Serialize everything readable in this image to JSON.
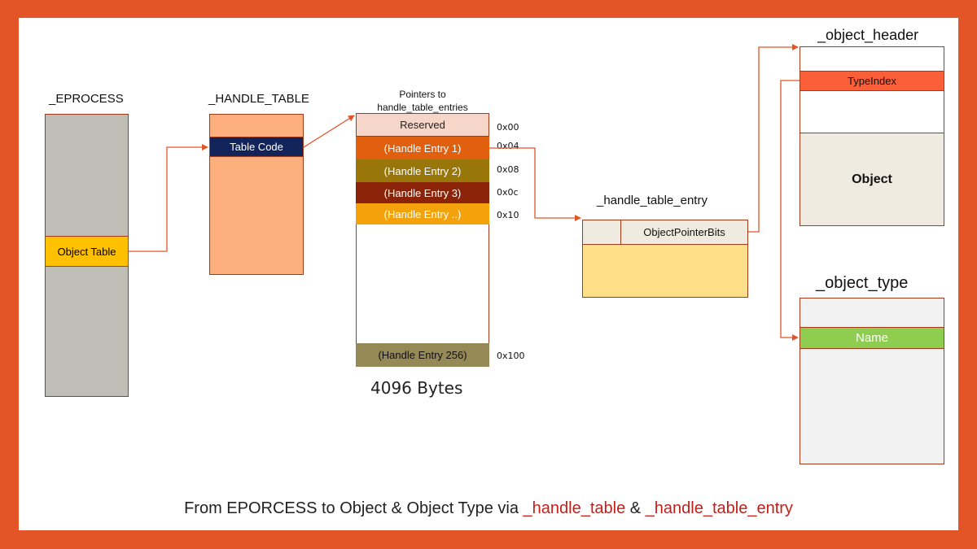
{
  "eprocess": {
    "title": "_EPROCESS",
    "field": "Object Table"
  },
  "handle_table": {
    "title": "_HANDLE_TABLE",
    "field": "Table Code"
  },
  "entries_array": {
    "title_line1": "Pointers to",
    "title_line2": "handle_table_entries",
    "rows": [
      {
        "label": "Reserved",
        "offset": "0x00"
      },
      {
        "label": "(Handle Entry 1)",
        "offset": "0x04"
      },
      {
        "label": "(Handle Entry 2)",
        "offset": "0x08"
      },
      {
        "label": "(Handle Entry 3)",
        "offset": "0x0c"
      },
      {
        "label": "(Handle Entry ..)",
        "offset": "0x10"
      },
      {
        "label": "(Handle Entry 256)",
        "offset": "0x100"
      }
    ],
    "size_label": "4096 Bytes"
  },
  "handle_table_entry": {
    "title": "_handle_table_entry",
    "field": "ObjectPointerBits"
  },
  "object_header": {
    "title": "_object_header",
    "field": "TypeIndex",
    "body": "Object"
  },
  "object_type": {
    "title": "_object_type",
    "field": "Name"
  },
  "caption": {
    "part1": "From EPORCESS to Object & Object Type via ",
    "part2": "_handle_table",
    "part3": " & ",
    "part4": "_handle_table_entry"
  },
  "colors": {
    "frame": "#e35526",
    "eprocess_fill": "#bfbeb6",
    "object_table_fill": "#ffc000",
    "handle_table_fill": "#fdb07e",
    "table_code_fill": "#12245a",
    "reserved_fill": "#f6d6c9",
    "entry1_fill": "#e06010",
    "entry2_fill": "#98760a",
    "entry3_fill": "#8b2308",
    "entry_more_fill": "#f4a20c",
    "entry256_fill": "#958957",
    "entry_struct_fill": "#ffdf88",
    "object_fill": "#efebe0",
    "typeindex_fill": "#fa5f3a",
    "name_fill": "#8fcd50",
    "arrow": "#e35526",
    "caption_highlight": "#c0201a"
  }
}
